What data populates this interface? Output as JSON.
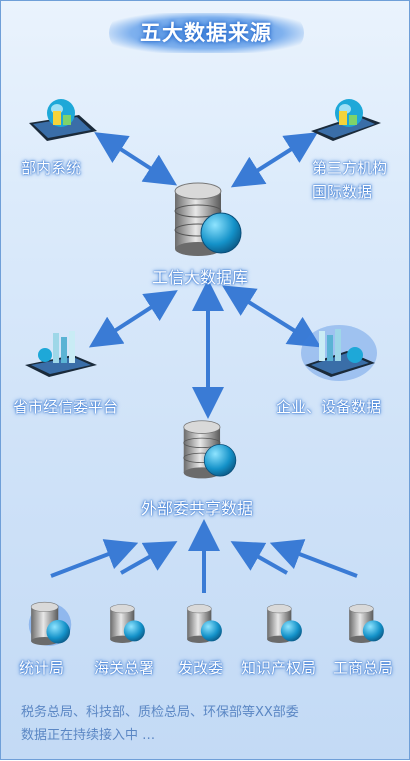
{
  "title": "五大数据来源",
  "nodes": {
    "dept_internal": "部内系统",
    "third_party_line1": "第三方机构",
    "third_party_line2": "国际数据",
    "miit_db": "工信大数据库",
    "provincial": "省市经信委平台",
    "enterprise": "企业、设备数据",
    "external_shared": "外部委共享数据"
  },
  "sources": [
    {
      "label": "统计局"
    },
    {
      "label": "海关总署"
    },
    {
      "label": "发改委"
    },
    {
      "label": "知识产权局"
    },
    {
      "label": "工商总局"
    }
  ],
  "footnote_line1": "税务总局、科技部、质检总局、环保部等XX部委",
  "footnote_line2": "数据正在持续接入中 …",
  "colors": {
    "arrow": "#3a7bd5",
    "label_glow": "#3a7bd5",
    "cyan_globe": "#1ea8d8"
  }
}
